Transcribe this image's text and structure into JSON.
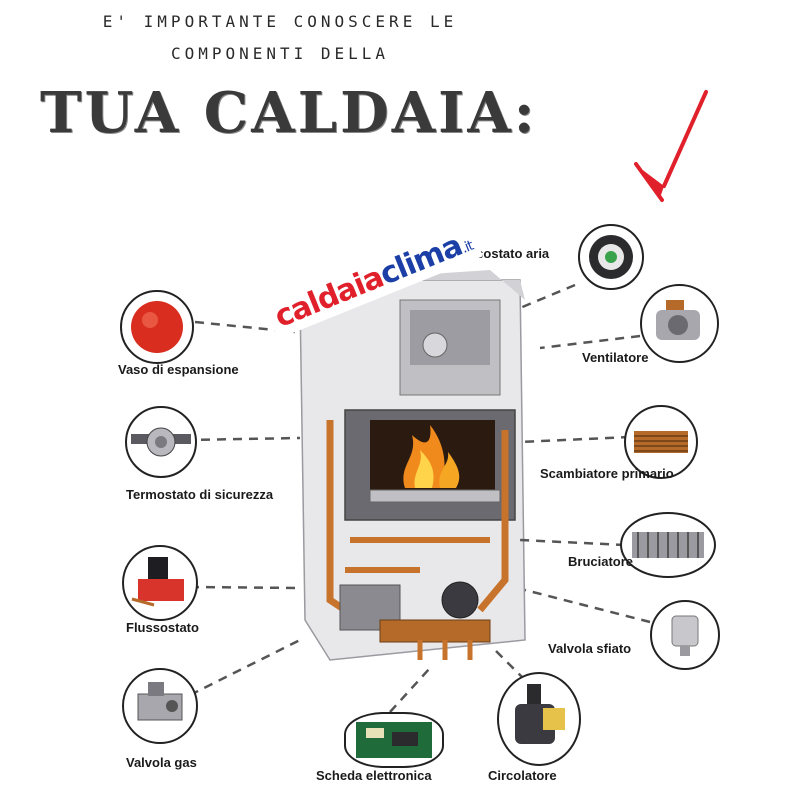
{
  "title": {
    "line1": "E' IMPORTANTE CONOSCERE LE",
    "line2": "COMPONENTI DELLA",
    "big": "TUA CALDAIA:"
  },
  "logo": {
    "part1": "caldaia",
    "part2": "clima",
    "part3": ".it"
  },
  "components": {
    "pressostato_aria": "Pressostato aria",
    "vaso_di_espansione": "Vaso di espansione",
    "ventilatore": "Ventilatore",
    "termostato_di_sicurezza": "Termostato di sicurezza",
    "scambiatore_primario": "Scambiatore primario",
    "bruciatore": "Bruciatore",
    "flussostato": "Flussostato",
    "valvola_sfiato": "Valvola sfiato",
    "valvola_gas": "Valvola gas",
    "scheda_elettronica": "Scheda elettronica",
    "circolatore": "Circolatore"
  },
  "colors": {
    "accent_red": "#e0202b",
    "logo_blue": "#1b3fa6",
    "leader_line": "#555555",
    "flame_orange": "#f08a1c"
  }
}
